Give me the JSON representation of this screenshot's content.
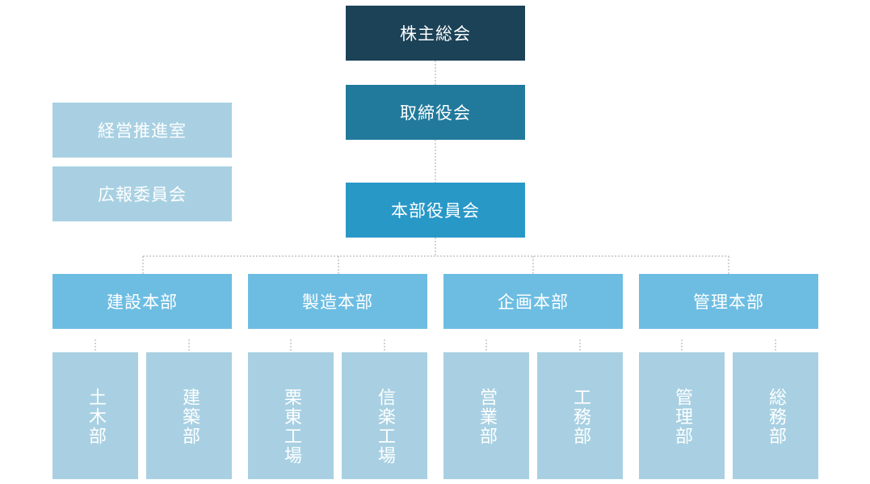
{
  "colors": {
    "shareholders": "#1b4257",
    "board": "#217a9c",
    "executive": "#2898c7",
    "division": "#6dbde2",
    "staff": "#a8d0e2",
    "department": "#a8d0e2",
    "connector": "#aaaaaa"
  },
  "top": {
    "shareholders": "株主総会",
    "board": "取締役会",
    "executive": "本部役員会"
  },
  "staff_units": [
    "経営推進室",
    "広報委員会"
  ],
  "divisions": [
    {
      "label": "建設本部",
      "departments": [
        "土木部",
        "建築部"
      ]
    },
    {
      "label": "製造本部",
      "departments": [
        "栗東工場",
        "信楽工場"
      ]
    },
    {
      "label": "企画本部",
      "departments": [
        "営業部",
        "工務部"
      ]
    },
    {
      "label": "管理本部",
      "departments": [
        "管理部",
        "総務部"
      ]
    }
  ]
}
